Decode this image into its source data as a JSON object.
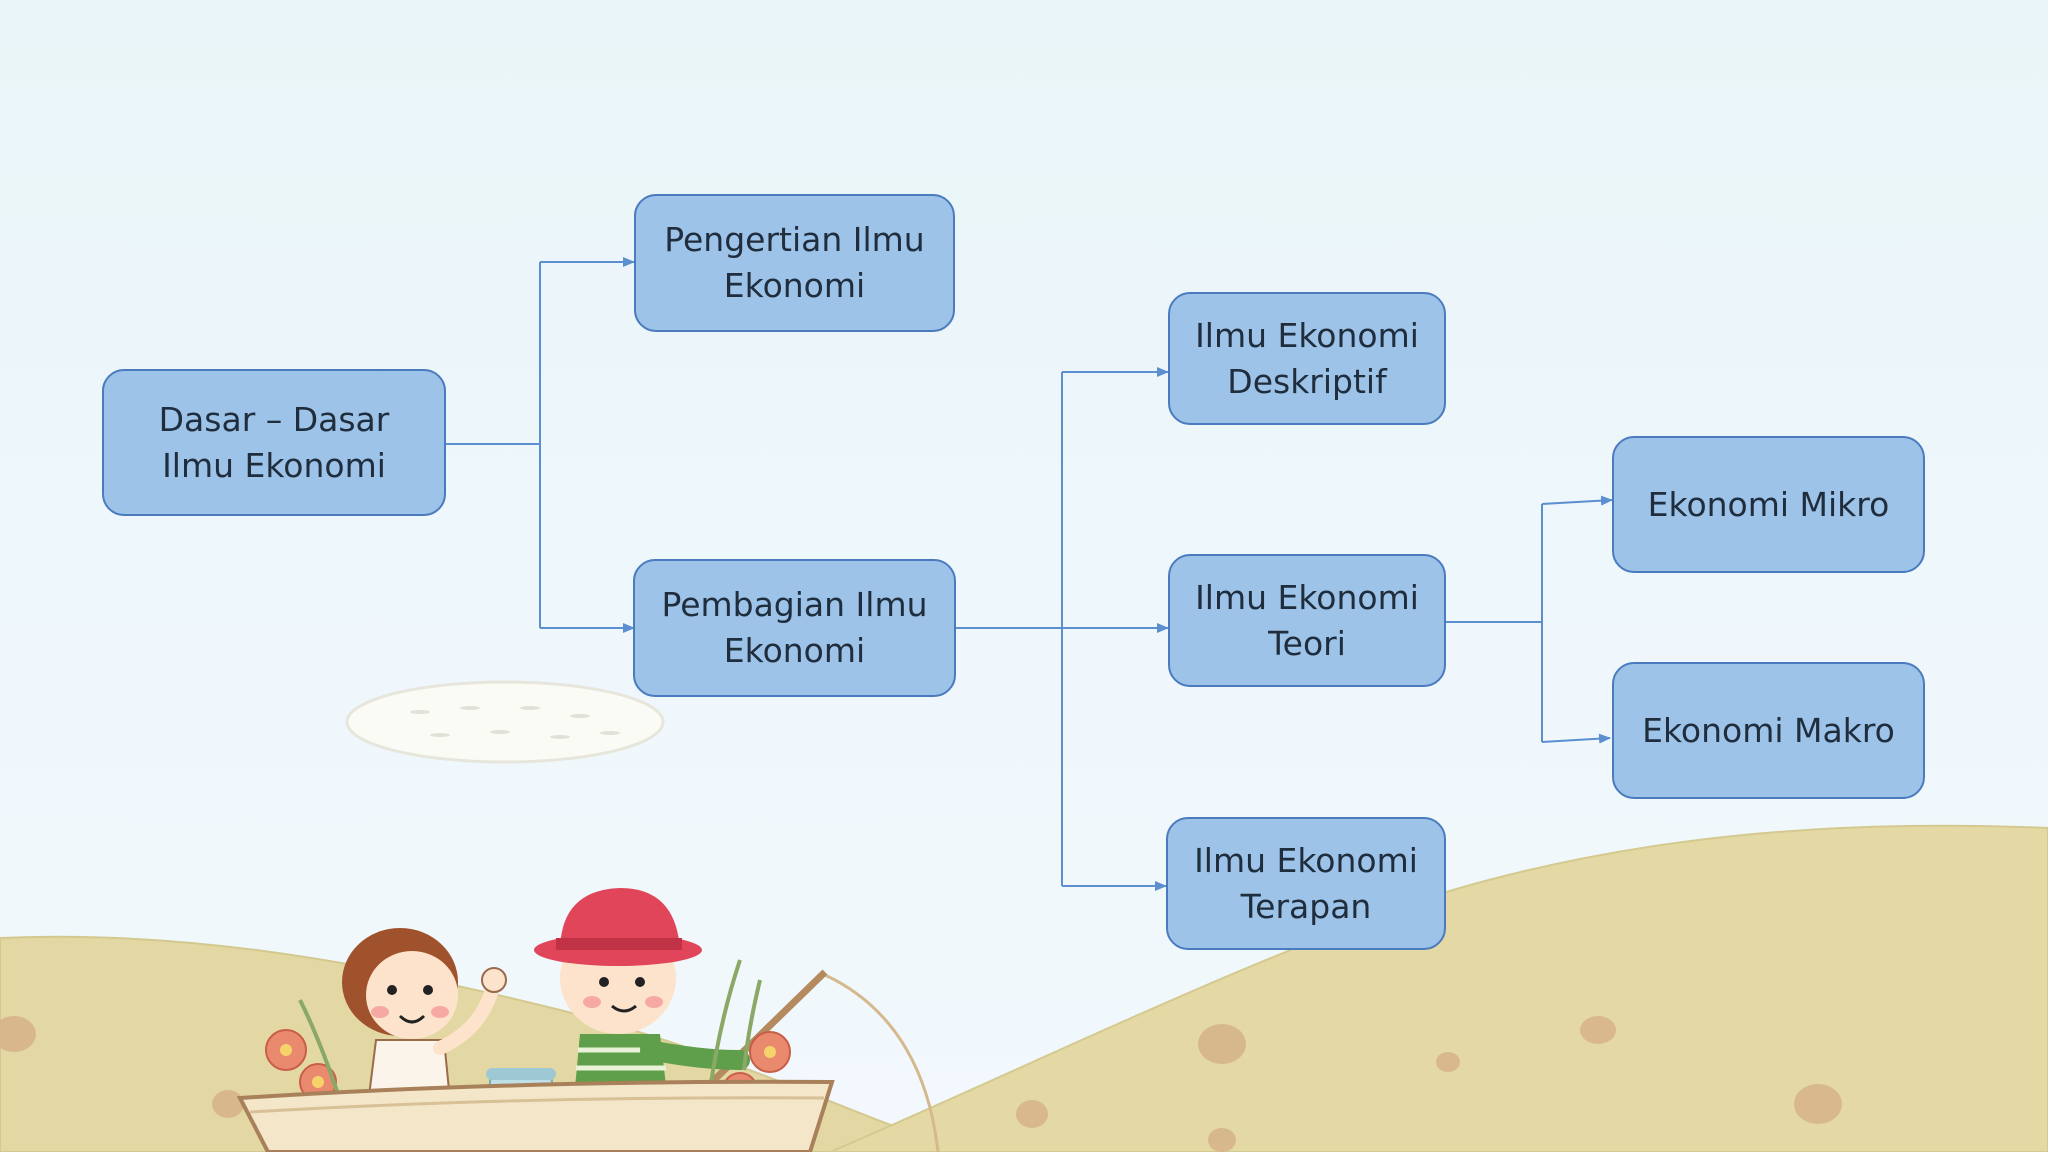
{
  "colors": {
    "background_top": "#e9f5f8",
    "node_fill": "#9dc3e8",
    "node_border": "#4a7bbf",
    "node_text": "#1f2d3d",
    "connector": "#5b8fd0",
    "hill": "#e4d9a4"
  },
  "diagram": {
    "nodes": {
      "root": {
        "label": "Dasar – Dasar Ilmu Ekonomi"
      },
      "pengertian": {
        "label": "Pengertian Ilmu Ekonomi"
      },
      "pembagian": {
        "label": "Pembagian Ilmu Ekonomi"
      },
      "deskriptif": {
        "label": "Ilmu Ekonomi Deskriptif"
      },
      "teori": {
        "label": "Ilmu Ekonomi Teori"
      },
      "terapan": {
        "label": "Ilmu Ekonomi Terapan"
      },
      "mikro": {
        "label": "Ekonomi Mikro"
      },
      "makro": {
        "label": "Ekonomi Makro"
      }
    },
    "edges": [
      {
        "from": "Dasar – Dasar Ilmu Ekonomi",
        "to": "Pengertian Ilmu Ekonomi"
      },
      {
        "from": "Dasar – Dasar Ilmu Ekonomi",
        "to": "Pembagian Ilmu Ekonomi"
      },
      {
        "from": "Pembagian Ilmu Ekonomi",
        "to": "Ilmu Ekonomi Deskriptif"
      },
      {
        "from": "Pembagian Ilmu Ekonomi",
        "to": "Ilmu Ekonomi Teori"
      },
      {
        "from": "Pembagian Ilmu Ekonomi",
        "to": "Ilmu Ekonomi Terapan"
      },
      {
        "from": "Ilmu Ekonomi Teori",
        "to": "Ekonomi Mikro"
      },
      {
        "from": "Ilmu Ekonomi Teori",
        "to": "Ekonomi Makro"
      }
    ]
  },
  "illustration": {
    "subject": "cartoon-children-in-boat",
    "cloud_icon": "cloud-icon",
    "flowers_icon": "flower-icon"
  }
}
